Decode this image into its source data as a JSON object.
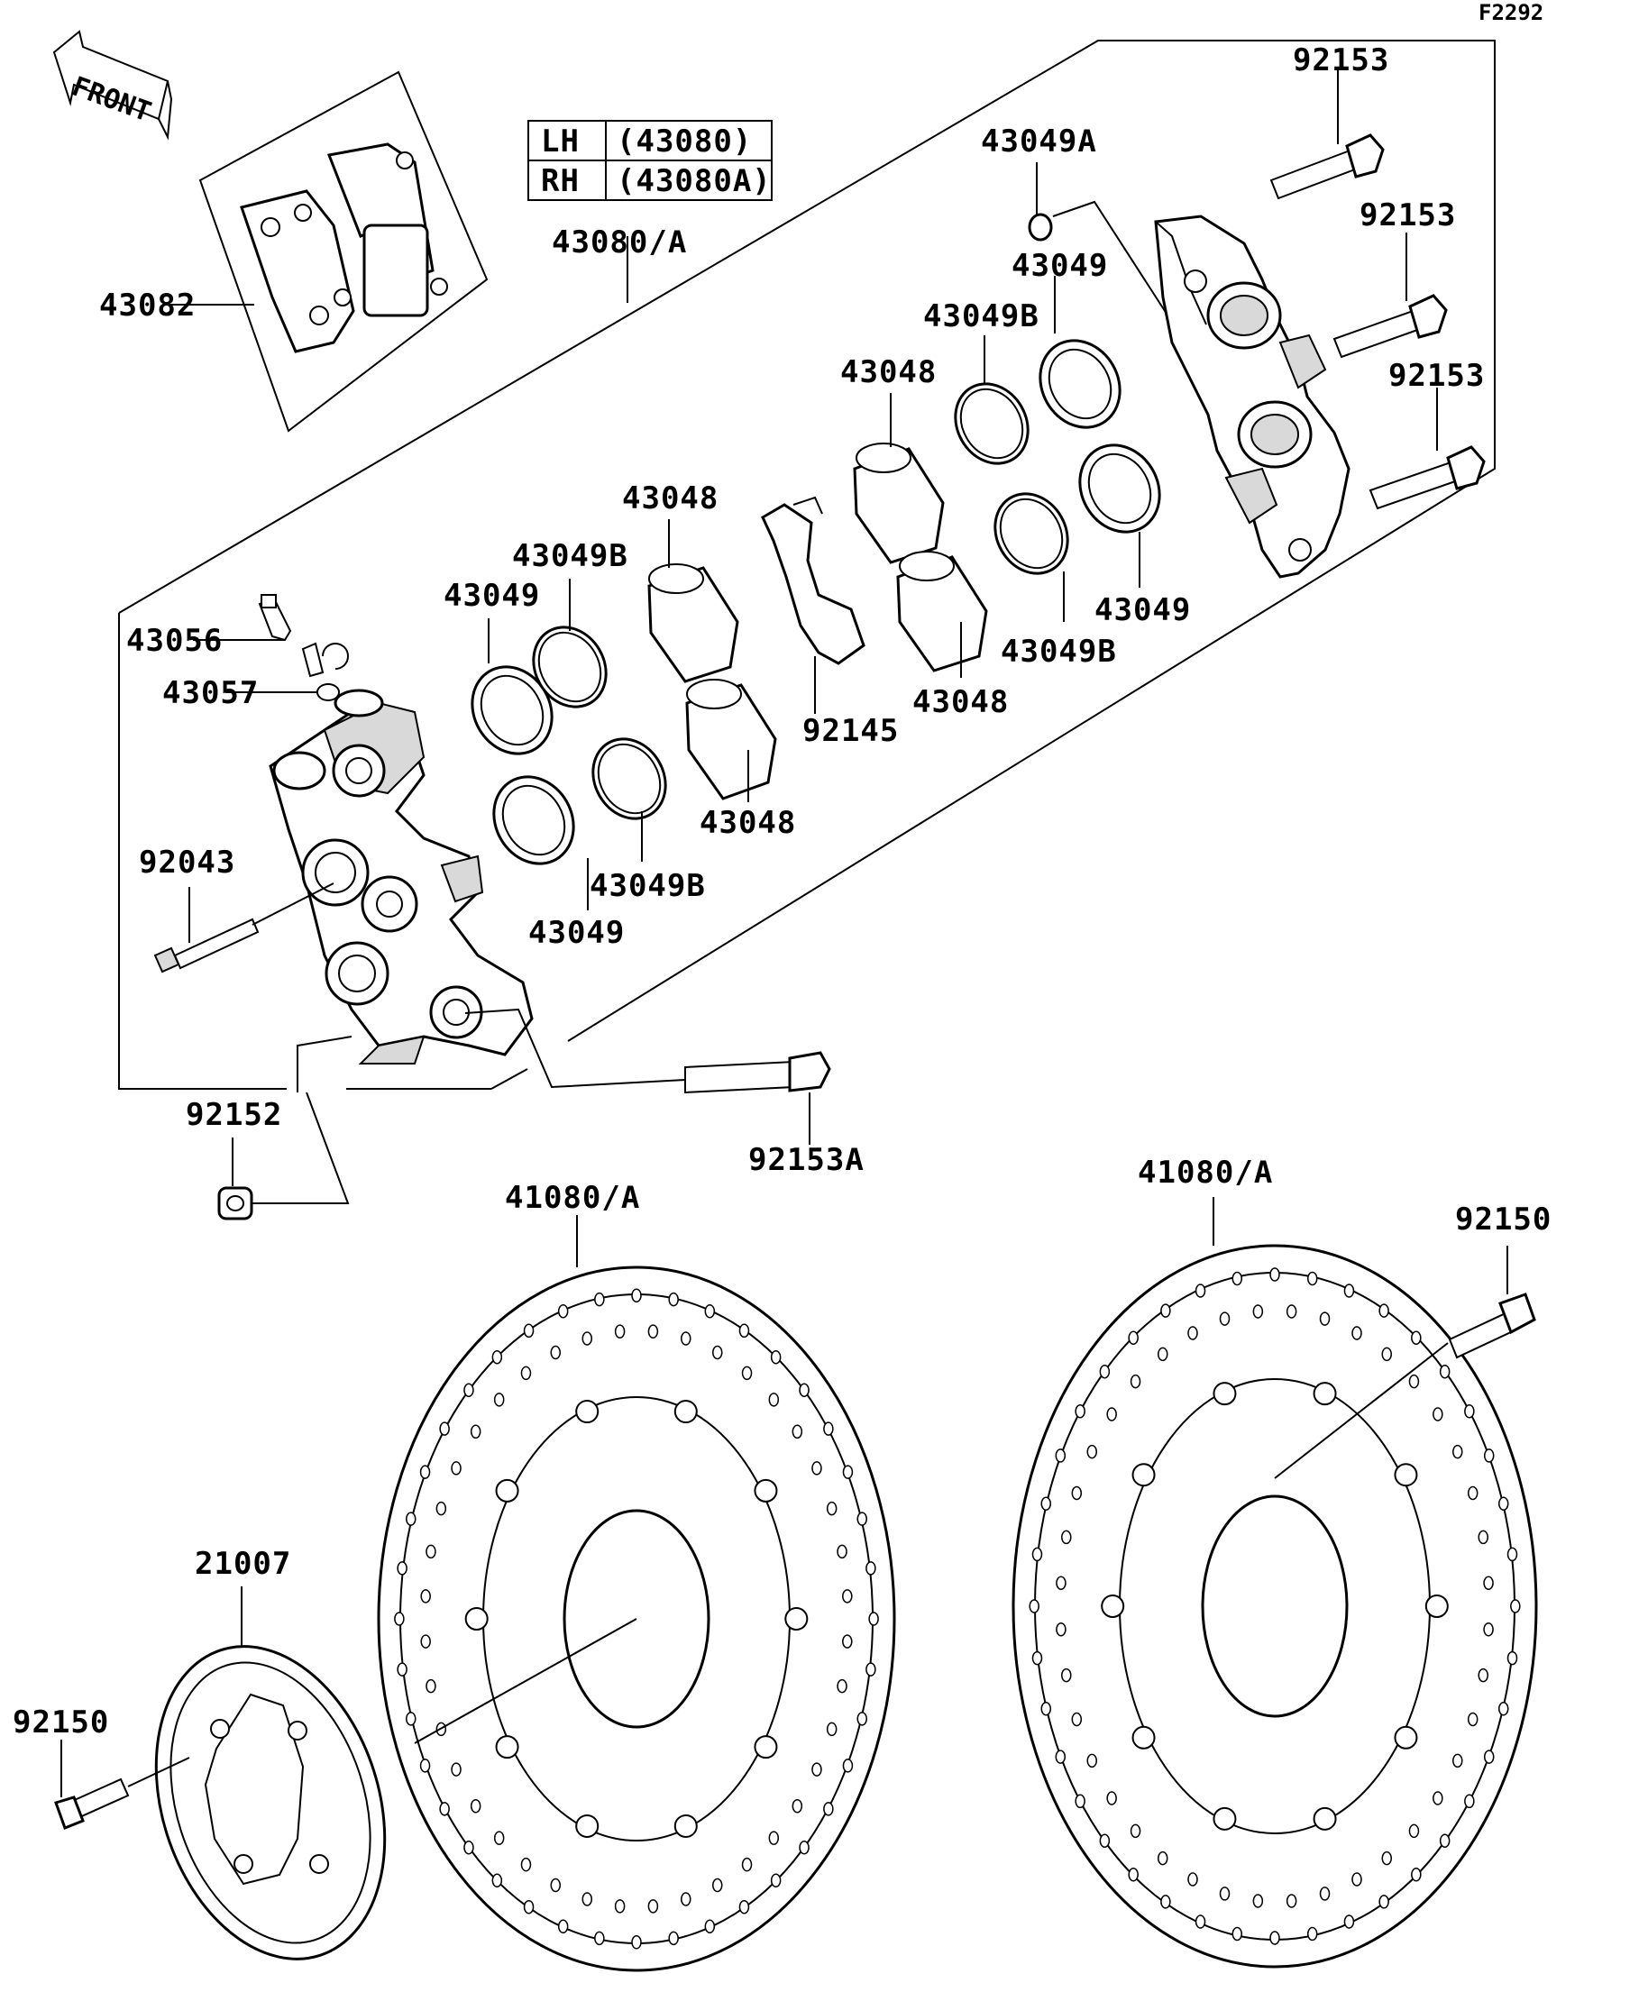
{
  "figure_code": "F2292",
  "front_label": "FRONT",
  "legend": {
    "rows": [
      {
        "side": "LH",
        "part": "(43080)"
      },
      {
        "side": "RH",
        "part": "(43080A)"
      }
    ]
  },
  "parts": {
    "pads": "43082",
    "caliper_assy": "43080/A",
    "bleed_valve": "43056",
    "bleed_cap": "43057",
    "caliper_bolt": "92043",
    "nut": "92152",
    "bolt_a": "92153A",
    "bolt_1": "92153",
    "bolt_2": "92153",
    "bolt_3": "92153",
    "seal_a": "43049A",
    "seal_1": "43049",
    "seal_2": "43049",
    "seal_3": "43049",
    "seal_4": "43049",
    "seal_b1": "43049B",
    "seal_b2": "43049B",
    "seal_b3": "43049B",
    "seal_b4": "43049B",
    "piston_1": "43048",
    "piston_2": "43048",
    "piston_3": "43048",
    "piston_4": "43048",
    "spring": "92145",
    "disc_left": "41080/A",
    "disc_right": "41080/A",
    "disc_bolt": "92150",
    "sensor_bolt": "92150",
    "sensor_rotor": "21007"
  }
}
